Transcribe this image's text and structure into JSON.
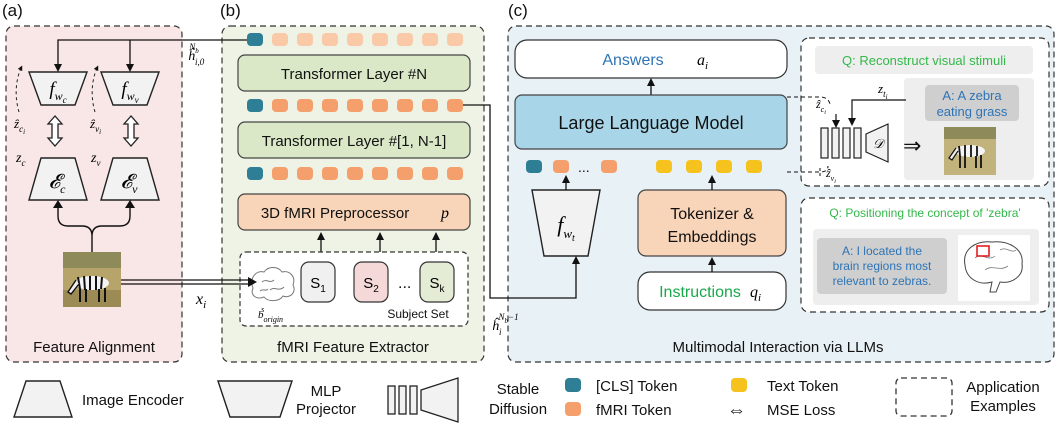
{
  "panels": {
    "a": {
      "tag": "(a)",
      "title": "Feature Alignment"
    },
    "b": {
      "tag": "(b)",
      "title": "fMRI Feature Extractor"
    },
    "c": {
      "tag": "(c)",
      "title": "Multimodal Interaction via LLMs"
    }
  },
  "feature_alignment": {
    "projector_c": "f_{w_c}",
    "projector_v": "f_{w_v}",
    "encoder_c": "𝓔_c",
    "encoder_v": "𝓔_v",
    "hat_z_c": "ẑ_{c_i}",
    "hat_z_v": "ẑ_{v_i}",
    "z_c": "z_c",
    "z_v": "z_v",
    "h_label": "ĥ_{i,0}^{N_b}",
    "x_label": "x_i",
    "image": "zebra image"
  },
  "extractor": {
    "layer_n": "Transformer Layer #N",
    "layer_rest": "Transformer Layer #[1, N-1]",
    "preprocessor": "3D fMRI Preprocessor",
    "preprocessor_var": "p",
    "subjects": [
      "S_1",
      "S_2",
      "S_k"
    ],
    "subject_dots": "...",
    "subject_set": "Subject Set",
    "brain_label": "b_{origin}^s",
    "h_label": "ĥ_i^{N_b−1}"
  },
  "llm": {
    "answers": "Answers",
    "answers_var": "a_i",
    "model": "Large Language Model",
    "token_dots": "...",
    "tokenizer_line1": "Tokenizer &",
    "tokenizer_line2": "Embeddings",
    "instructions": "Instructions",
    "instructions_var": "q_i",
    "projector": "f_{w_t}"
  },
  "examples": {
    "reconstruct_q": "Q: Reconstruct visual stimuli",
    "reconstruct_a_line1": "A: A zebra",
    "reconstruct_a_line2": "eating grass",
    "z_t": "z_{t_i}",
    "hat_z_c": "ẑ_{c_i}",
    "hat_z_v": "ẑ_{v_i}",
    "diffusion_var": "𝒟",
    "position_q": "Q: Positioning the concept of 'zebra'",
    "position_a_line1": "A: I located the",
    "position_a_line2": "brain regions most",
    "position_a_line3": "relevant to zebras."
  },
  "legend": {
    "image_encoder": "Image Encoder",
    "mlp_line1": "MLP",
    "mlp_line2": "Projector",
    "sd_line1": "Stable",
    "sd_line2": "Diffusion",
    "cls_token": "[CLS] Token",
    "fmri_token": "fMRI Token",
    "text_token": "Text Token",
    "mse_loss": "MSE Loss",
    "app_line1": "Application",
    "app_line2": "Examples"
  },
  "colors": {
    "cls": "#2e7f96",
    "fmri": "#f5a06c",
    "fmri_light": "#f9c9a8",
    "text_token": "#f6c21e",
    "panel_a_bg": "#f9e6e6",
    "panel_b_bg": "#eef3e6",
    "panel_c_bg": "#e8f1f6",
    "transformer": "#dbe8c8",
    "preprocessor": "#f8d4b8",
    "llm": "#a8d6e8",
    "answer_blue": "#2e74b5",
    "instruction_green": "#1aa84a",
    "example_green": "#33b84a"
  }
}
